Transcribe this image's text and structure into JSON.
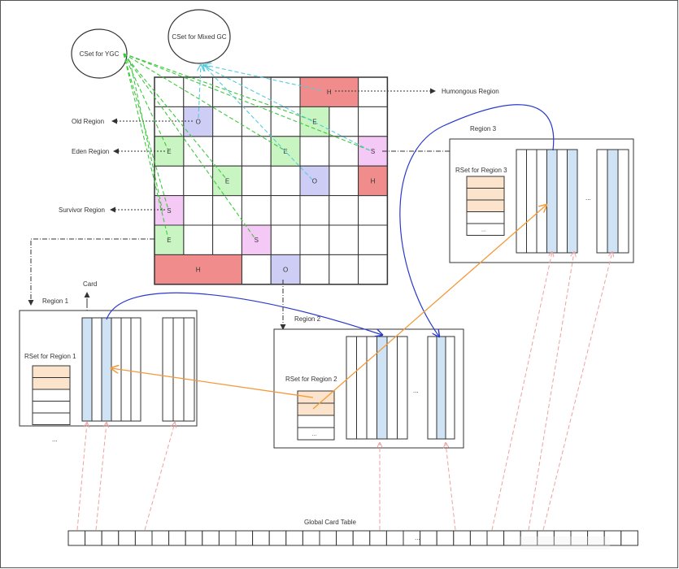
{
  "sets": {
    "ygc": "CSet for YGC",
    "mixed": "CSet for Mixed GC"
  },
  "legend": {
    "humongous": "Humongous Region",
    "old": "Old Region",
    "eden": "Eden Region",
    "survivor": "Survivor Region"
  },
  "grid_cells": [
    {
      "row": 0,
      "col": 5,
      "span": 2,
      "type": "H",
      "label": "H"
    },
    {
      "row": 1,
      "col": 1,
      "type": "O",
      "label": "O"
    },
    {
      "row": 1,
      "col": 5,
      "type": "E",
      "label": "E"
    },
    {
      "row": 2,
      "col": 0,
      "type": "E",
      "label": "E"
    },
    {
      "row": 2,
      "col": 4,
      "type": "E",
      "label": "E"
    },
    {
      "row": 2,
      "col": 7,
      "type": "S",
      "label": "S"
    },
    {
      "row": 3,
      "col": 2,
      "type": "E",
      "label": "E"
    },
    {
      "row": 3,
      "col": 5,
      "type": "O",
      "label": "O"
    },
    {
      "row": 3,
      "col": 7,
      "type": "H",
      "label": "H"
    },
    {
      "row": 4,
      "col": 0,
      "type": "S",
      "label": "S"
    },
    {
      "row": 5,
      "col": 0,
      "type": "E",
      "label": "E"
    },
    {
      "row": 5,
      "col": 3,
      "type": "S",
      "label": "S"
    },
    {
      "row": 6,
      "col": 0,
      "span": 3,
      "type": "H",
      "label": "H"
    },
    {
      "row": 6,
      "col": 4,
      "type": "O",
      "label": "O"
    }
  ],
  "colors": {
    "H": "#f08c8c",
    "O": "#cdcdf5",
    "E": "#c9f5c3",
    "S": "#f5c9f5",
    "card_highlight": "#cfe3f5",
    "rset_entry": "#fce4cc",
    "green_line": "#3cc83c",
    "cyan_line": "#55ccdd",
    "blue_line": "#2a3acc",
    "orange_line": "#f39a3a",
    "pink_line": "#f0a0a0"
  },
  "regions": {
    "r1": {
      "title": "Region 1",
      "rset": "RSet for Region 1"
    },
    "r2": {
      "title": "Region 2",
      "rset": "RSet for Region 2",
      "rset_more": "..."
    },
    "r3": {
      "title": "Region 3",
      "rset": "RSet for Region 3",
      "rset_more": "..."
    }
  },
  "card_label": "Card",
  "ellipsis": "...",
  "global_card_table": "Global Card Table",
  "card_table_cell_count": 34
}
